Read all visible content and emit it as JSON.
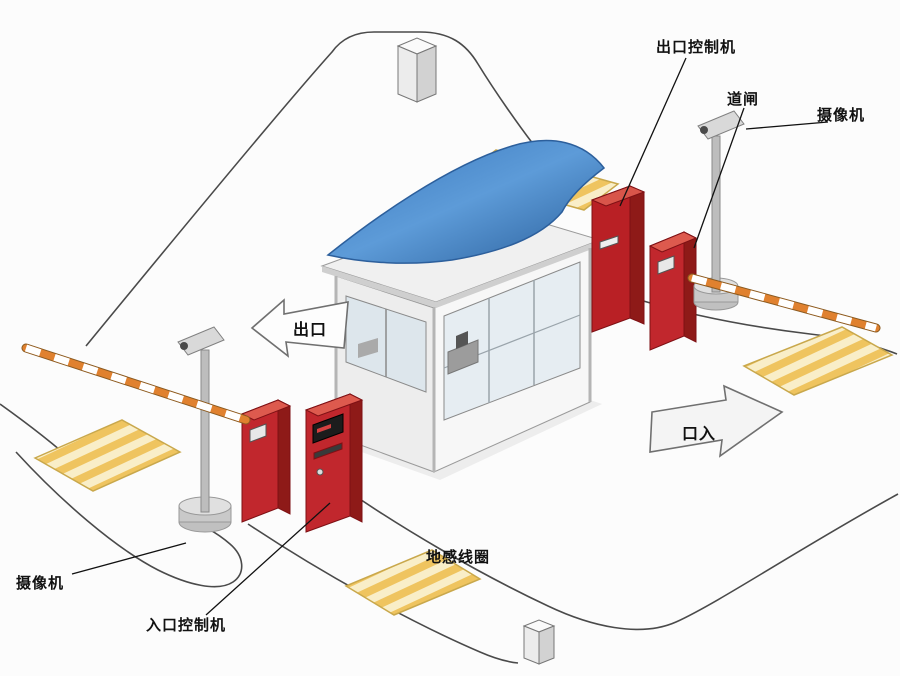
{
  "labels": {
    "exit_controller": "出口控制机",
    "barrier_gate": "道闸",
    "camera_right": "摄像机",
    "camera_left": "摄像机",
    "entrance_controller": "入口控制机",
    "ground_loop": "地感线圈",
    "exit_direction": "出口",
    "entrance_direction": "口入"
  },
  "colors": {
    "machine_red": "#c1272d",
    "machine_red_dark": "#8e1a18",
    "machine_red_top": "#dd5a4e",
    "canopy_blue": "#3f7fc4",
    "loop_stripe_yellow": "#efc45f",
    "loop_border_tan": "#c9a84c",
    "barrier_arm_orange": "#e0812f",
    "road_line_gray": "#4a4a4a"
  }
}
